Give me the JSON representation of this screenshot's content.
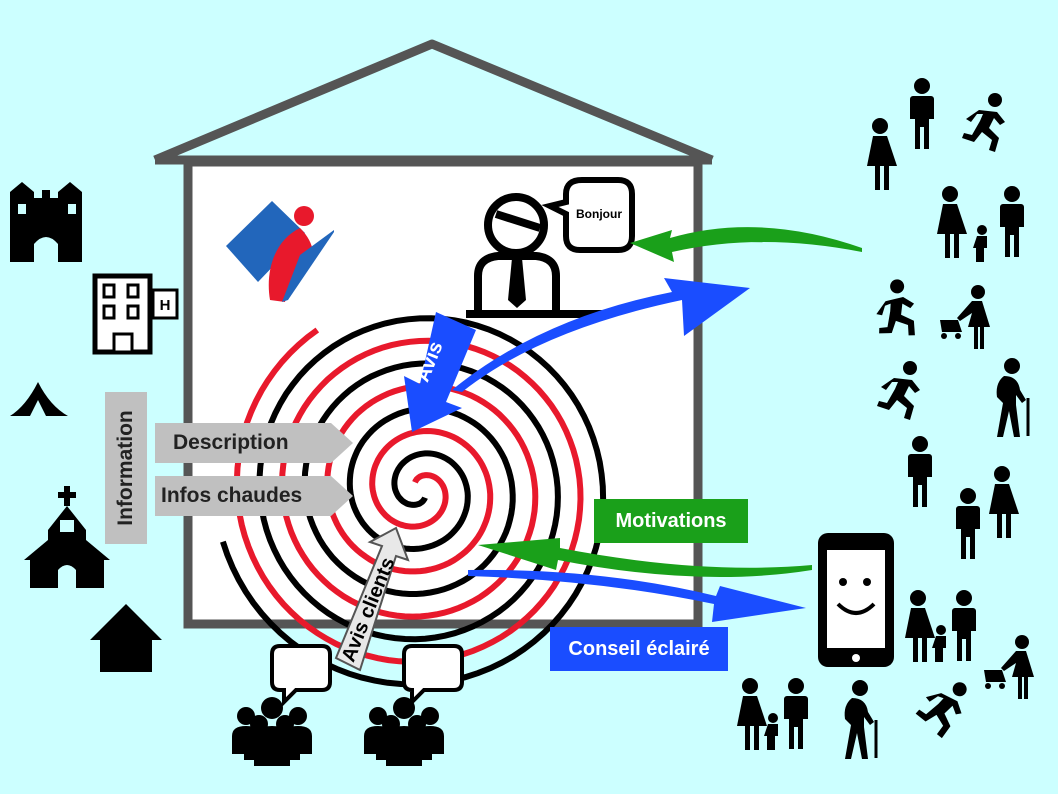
{
  "speech": {
    "greeting": "Bonjour"
  },
  "labels": {
    "information": "Information",
    "description": "Description",
    "infos_chaudes": "Infos chaudes",
    "avis": "Avis",
    "avis_clients": "Avis clients",
    "motivations": "Motivations",
    "conseil_eclaire": "Conseil éclairé"
  },
  "colors": {
    "background": "#ccffff",
    "green": "#1aa01a",
    "blue": "#1a4dff",
    "grey_label": "#c0c0c0",
    "house_outline": "#555555",
    "spiral_red": "#e8192c",
    "logo_blue": "#2266bb",
    "logo_red": "#e8192c"
  },
  "icons": {
    "left": [
      "castle-icon",
      "hotel-icon",
      "tent-icon",
      "church-icon",
      "house-icon"
    ],
    "bottom": [
      "group-speech-icon",
      "group-speech-icon"
    ],
    "right": [
      "family-icon",
      "running-person-icon",
      "smartphone-icon",
      "elderly-person-icon",
      "stroller-icon"
    ],
    "center": [
      "receptionist-icon",
      "spiral-icon",
      "logo-icon"
    ]
  }
}
